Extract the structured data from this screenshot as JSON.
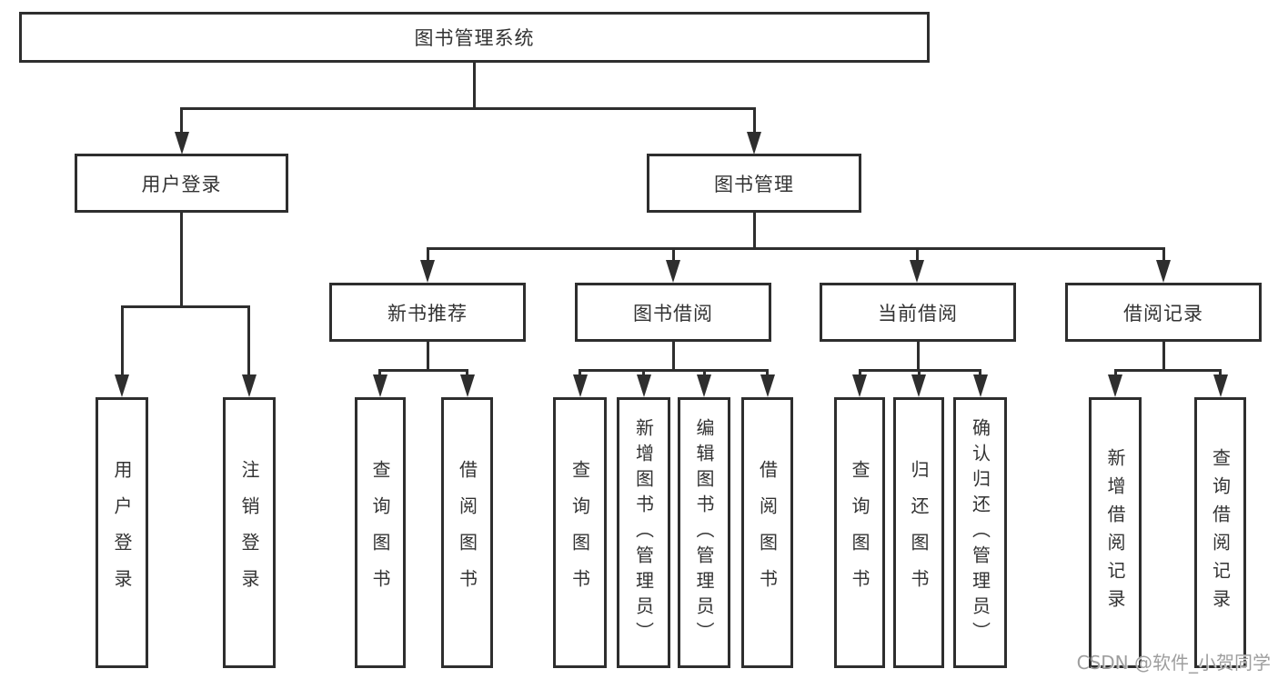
{
  "tree": {
    "root": {
      "label": "图书管理系统"
    },
    "branches": [
      {
        "label": "用户登录",
        "leaves": [
          {
            "label": "用户登录"
          },
          {
            "label": "注销登录"
          }
        ]
      },
      {
        "label": "图书管理",
        "groups": [
          {
            "label": "新书推荐",
            "leaves": [
              {
                "label": "查询图书"
              },
              {
                "label": "借阅图书"
              }
            ]
          },
          {
            "label": "图书借阅",
            "leaves": [
              {
                "label": "查询图书"
              },
              {
                "label": "新增图书（管理员）"
              },
              {
                "label": "编辑图书（管理员）"
              },
              {
                "label": "借阅图书"
              }
            ]
          },
          {
            "label": "当前借阅",
            "leaves": [
              {
                "label": "查询图书"
              },
              {
                "label": "归还图书"
              },
              {
                "label": "确认归还（管理员）"
              }
            ]
          },
          {
            "label": "借阅记录",
            "leaves": [
              {
                "label": "新增借阅记录"
              },
              {
                "label": "查询借阅记录"
              }
            ]
          }
        ]
      }
    ]
  },
  "watermark": {
    "text": "CSDN @软件_小贺同学"
  },
  "colors": {
    "line": "#2e2e2e",
    "text": "#333333",
    "box_background": "#ffffff",
    "watermark": "#9e9e9e"
  }
}
